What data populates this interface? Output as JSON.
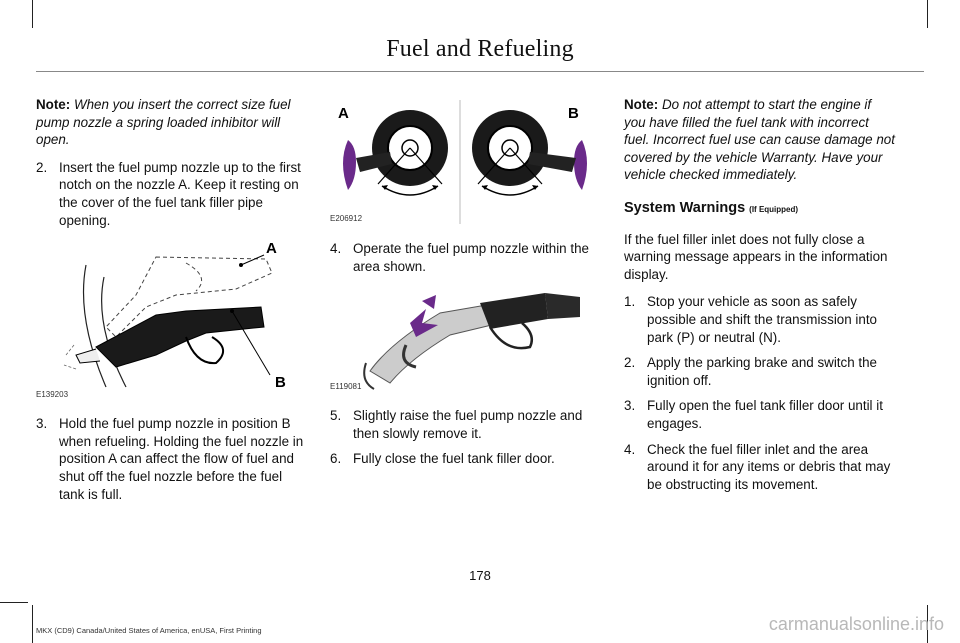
{
  "header": {
    "title": "Fuel and Refueling"
  },
  "col1": {
    "note_label": "Note:",
    "note_text": "When you insert the correct size fuel pump nozzle a spring loaded inhibitor will open.",
    "step2_num": "2.",
    "step2_text": "Insert the fuel pump nozzle up to the first notch on the nozzle A.  Keep it resting on the cover of the fuel tank filler pipe opening.",
    "fig1": {
      "code": "E139203",
      "label_a": "A",
      "label_b": "B"
    },
    "step3_num": "3.",
    "step3_text": "Hold the fuel pump nozzle in position B when refueling.  Holding the fuel nozzle in position A can affect the flow of fuel and shut off the fuel nozzle before the fuel tank is full."
  },
  "col2": {
    "fig2": {
      "code": "E206912",
      "label_a": "A",
      "label_b": "B"
    },
    "step4_num": "4.",
    "step4_text": "Operate the fuel pump nozzle within the area shown.",
    "fig3": {
      "code": "E119081"
    },
    "step5_num": "5.",
    "step5_text": "Slightly raise the fuel pump nozzle and then slowly remove it.",
    "step6_num": "6.",
    "step6_text": "Fully close the fuel tank filler door."
  },
  "col3": {
    "note_label": "Note:",
    "note_text": " Do not attempt to start the engine if you have filled the fuel tank with incorrect fuel.  Incorrect fuel use can cause damage not covered by the vehicle Warranty.  Have your vehicle checked immediately.",
    "heading": "System Warnings",
    "heading_suffix": "(If Equipped)",
    "intro": "If the fuel filler inlet does not fully close a warning message appears in the information display.",
    "steps": [
      {
        "num": "1.",
        "text": "Stop your vehicle as soon as safely possible and shift the transmission into park (P) or neutral (N)."
      },
      {
        "num": "2.",
        "text": "Apply the parking brake and switch the ignition off."
      },
      {
        "num": "3.",
        "text": "Fully open the fuel tank filler door until it engages."
      },
      {
        "num": "4.",
        "text": "Check the fuel filler inlet and the area around it for any items or debris that may be obstructing its movement."
      }
    ]
  },
  "page_number": "178",
  "footer": "MKX (CD9) Canada/United States of America, enUSA, First Printing",
  "watermark": "carmanualsonline.info",
  "colors": {
    "purple": "#6a2a8a",
    "text": "#111111"
  }
}
